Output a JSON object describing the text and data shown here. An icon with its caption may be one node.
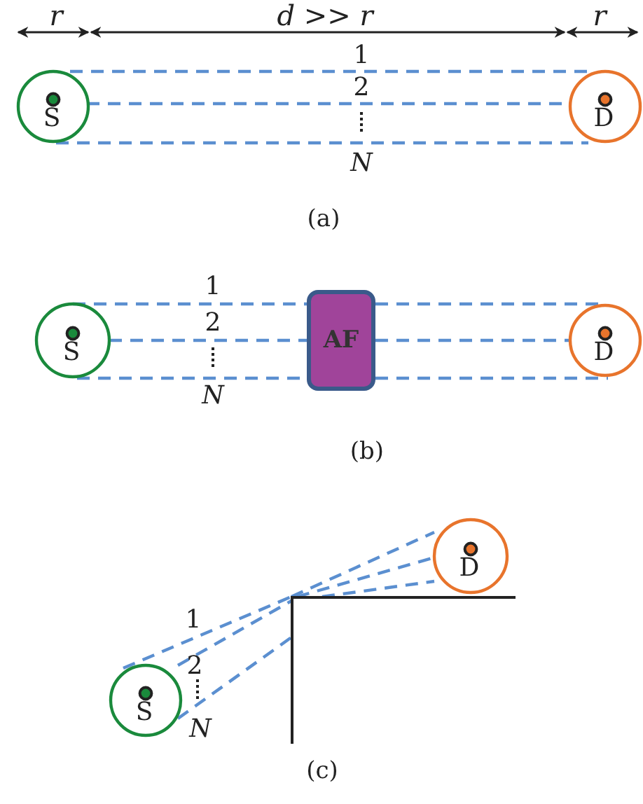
{
  "diagram": {
    "nodes": [
      {
        "text": [
          "S"
        ]
      },
      {
        "text": [
          "D"
        ]
      },
      {
        "text": [
          "S"
        ]
      },
      {
        "text": [
          "AF"
        ]
      },
      {
        "text": [
          "D"
        ]
      },
      {
        "text": [
          "S"
        ]
      },
      {
        "text": [],
        "shape": "wall"
      },
      {
        "text": [
          "D"
        ]
      }
    ],
    "edges": [
      {
        "from": 0,
        "to": 1,
        "arrow": "none",
        "style": "dashed"
      },
      {
        "from": 0,
        "to": 1,
        "arrow": "none",
        "style": "dashed"
      },
      {
        "from": 0,
        "to": 1,
        "arrow": "none",
        "style": "dashed"
      },
      {
        "from": 2,
        "to": 3,
        "arrow": "none",
        "style": "dashed"
      },
      {
        "from": 2,
        "to": 3,
        "arrow": "none",
        "style": "dashed"
      },
      {
        "from": 2,
        "to": 3,
        "arrow": "none",
        "style": "dashed"
      },
      {
        "from": 3,
        "to": 4,
        "arrow": "none",
        "style": "dashed"
      },
      {
        "from": 3,
        "to": 4,
        "arrow": "none",
        "style": "dashed"
      },
      {
        "from": 3,
        "to": 4,
        "arrow": "none",
        "style": "dashed"
      },
      {
        "from": 5,
        "to": 6,
        "arrow": "none",
        "style": "dashed"
      },
      {
        "from": 5,
        "to": 6,
        "arrow": "none",
        "style": "dashed"
      },
      {
        "from": 5,
        "to": 6,
        "arrow": "none",
        "style": "dashed"
      },
      {
        "from": 6,
        "to": 7,
        "arrow": "none",
        "style": "dashed"
      },
      {
        "from": 6,
        "to": 7,
        "arrow": "none",
        "style": "dashed"
      },
      {
        "from": 6,
        "to": 7,
        "arrow": "none",
        "style": "dashed"
      }
    ],
    "labels": [
      "r",
      "*d* >> *r*",
      "r",
      "1",
      "2",
      "N",
      "(a)",
      "1",
      "2",
      "N",
      "(b)",
      "1",
      "2",
      "N",
      "(c)"
    ]
  }
}
